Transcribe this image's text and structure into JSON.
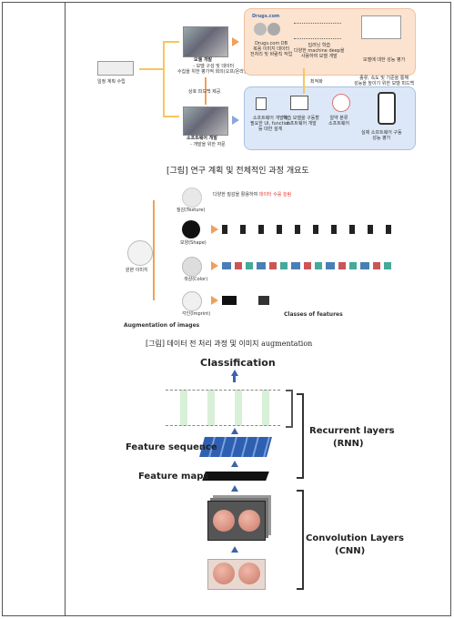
{
  "fig1": {
    "left_label": "일정 계획 수립",
    "model_title": "모델 개발",
    "model_sub": "- 모델 구성 및 데이터\n수집을 위한 평가적 회의(오프/온라인)",
    "feedback": "상호 피드백 제공",
    "sw_title": "소프트웨어 개발",
    "sw_sub": "- 개발을 위한 자문",
    "drugs_logo": "Drugs.com",
    "drugs_db": "Drugs.com DB\n복용 이미지 데이터\n전처리 및 바람직 작업",
    "dl_model": "딥러닝 학습\n다양한 machine deep을\n사용하여 모델 개발",
    "eval": "모델에 대한 성능 평가",
    "opt": "최적화",
    "reco": "종류, 속도 및 기준을 통해\n성능을 높이기 위한 모델 피드백",
    "sw1": "소프트웨어 개발에\n필요한 UI, function\n등 대한 설계",
    "sw2": "학습 모델을 구동할\n소프트웨어 개발",
    "sw3": "알약 분류\n소프트웨어",
    "sw4": "실제 소프트웨어 구동\n성능 평가",
    "caption": "[그림] 연구 계획 및 전체적인 과정 개요도"
  },
  "fig2": {
    "original": "원본 이미지",
    "texture": "질감(Texture)",
    "shape": "모양(Shape)",
    "color": "색상(Color)",
    "imprint": "각인(Imprint)",
    "note_pre": "다양한 질감을 활용하여 ",
    "note_red": "데이터 수를 늘림",
    "aug_label": "Augmentation of images",
    "classes_label": "Classes of features",
    "caption": "[그림] 데이터 전 처리 과정 및 이미지 augmentation"
  },
  "fig3": {
    "classification": "Classification",
    "feature_sequence": "Feature sequence",
    "feature_maps": "Feature maps",
    "recurrent": "Recurrent layers",
    "rnn": "(RNN)",
    "convolution": "Convolution Layers",
    "cnn": "(CNN)"
  },
  "colors": {
    "orange": "#f0a05a",
    "blue": "#3c63a8",
    "red": "#e0362c",
    "peach_bg": "#fbe3cf",
    "blue_bg": "#dce8f7"
  }
}
